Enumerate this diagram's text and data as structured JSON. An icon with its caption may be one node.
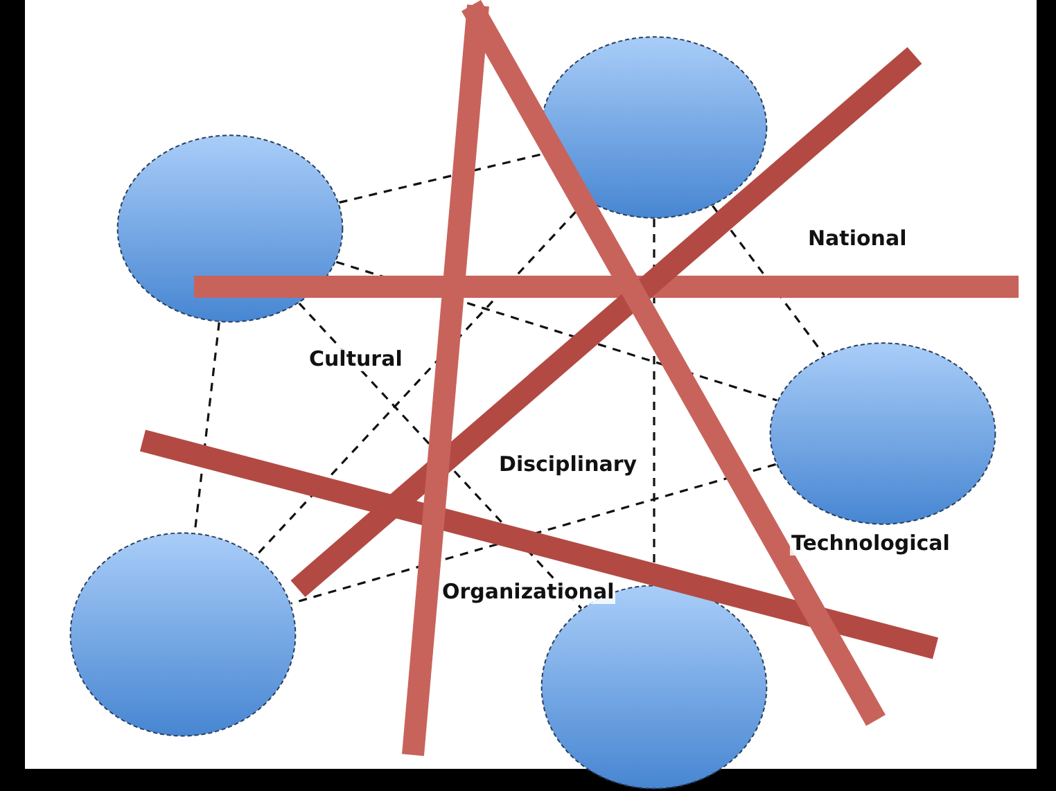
{
  "diagram": {
    "nodes": [
      {
        "text": [],
        "shape": "ellipse"
      },
      {
        "text": [],
        "shape": "ellipse"
      },
      {
        "text": [],
        "shape": "ellipse"
      },
      {
        "text": [],
        "shape": "ellipse"
      },
      {
        "text": [],
        "shape": "ellipse"
      }
    ],
    "edges": [
      {
        "from": 0,
        "to": 1,
        "arrow": "none",
        "style": "dashed"
      },
      {
        "from": 0,
        "to": 2,
        "arrow": "none",
        "style": "dashed"
      },
      {
        "from": 0,
        "to": 3,
        "arrow": "none",
        "style": "dashed"
      },
      {
        "from": 0,
        "to": 4,
        "arrow": "none",
        "style": "dashed"
      },
      {
        "from": 1,
        "to": 2,
        "arrow": "none",
        "style": "dashed"
      },
      {
        "from": 1,
        "to": 3,
        "arrow": "none",
        "style": "dashed"
      },
      {
        "from": 1,
        "to": 4,
        "arrow": "none",
        "style": "dashed"
      },
      {
        "from": 2,
        "to": 3,
        "arrow": "none",
        "style": "dashed"
      }
    ],
    "labels": [
      "National",
      "Cultural",
      "Disciplinary",
      "Technological",
      "Organizational"
    ]
  }
}
